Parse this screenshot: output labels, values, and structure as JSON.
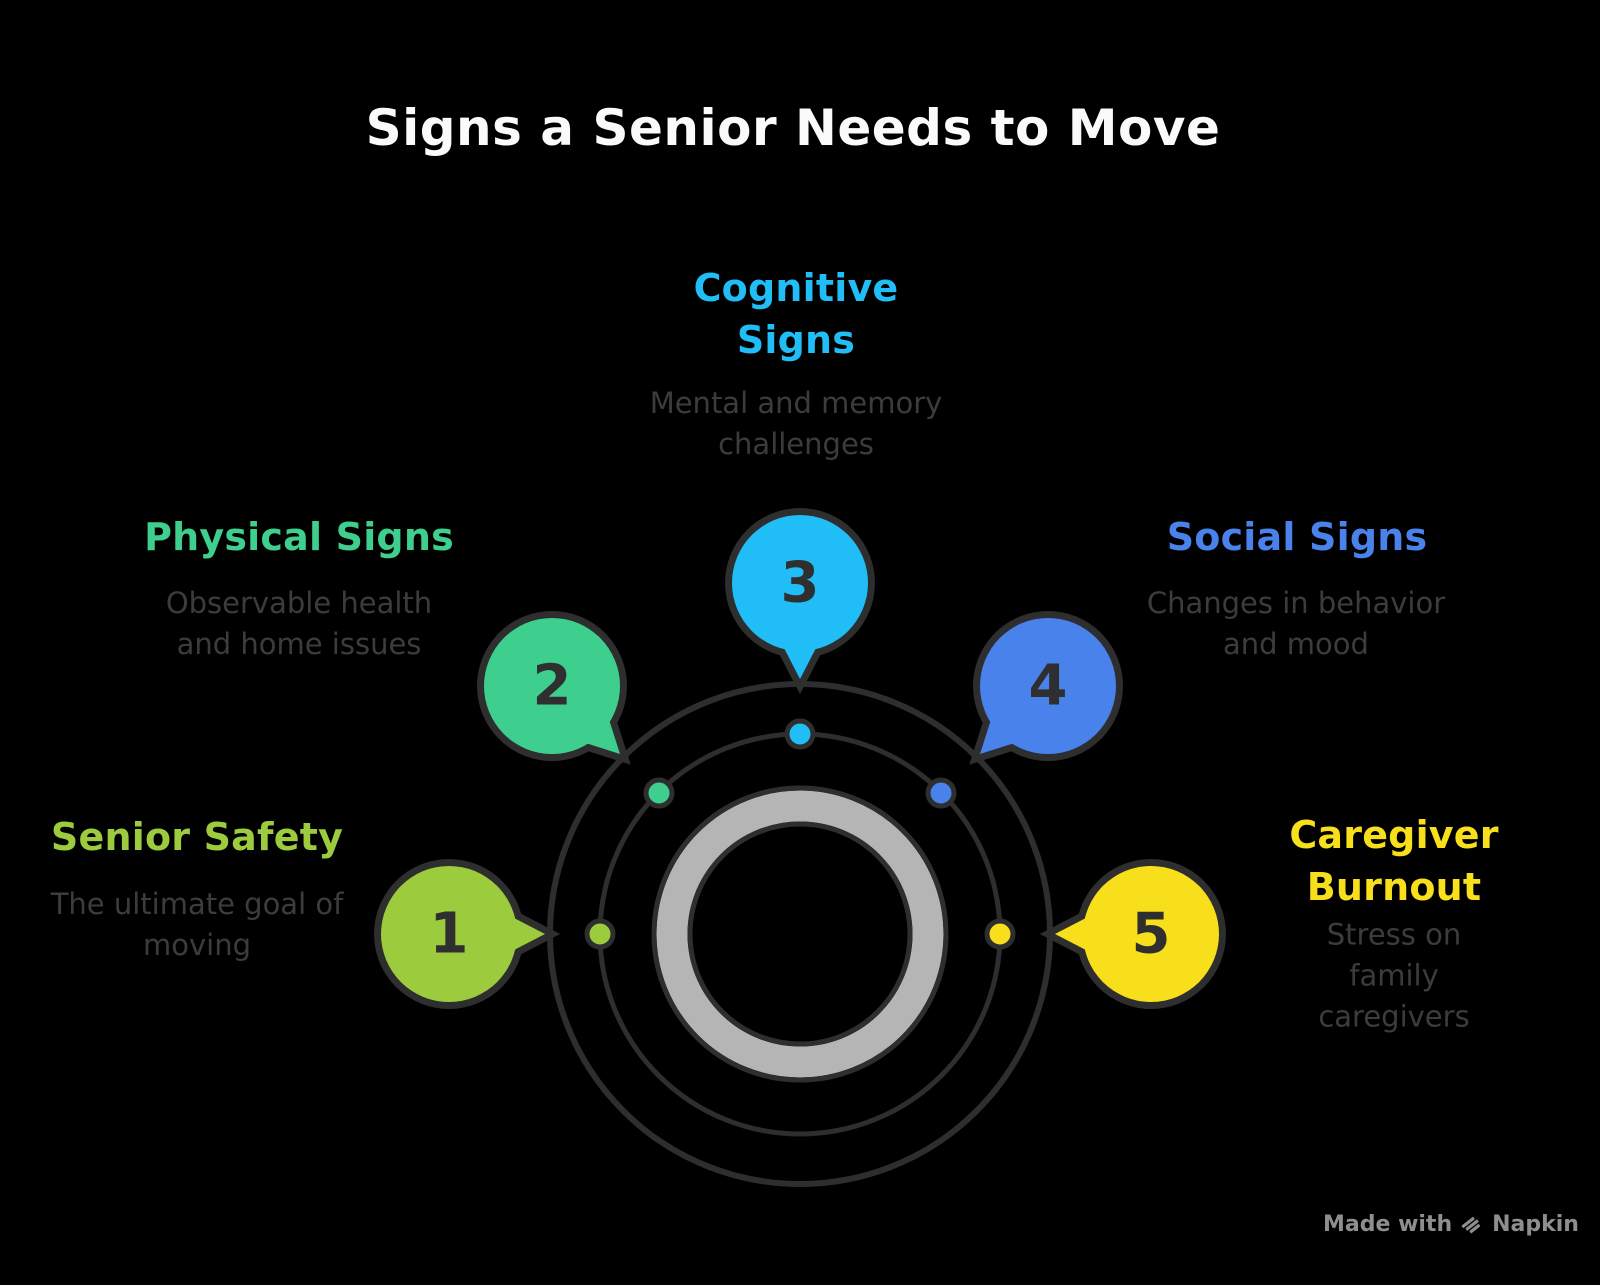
{
  "title": "Signs a Senior Needs to Move",
  "colors": {
    "background": "#000000",
    "outline": "#2e2e2e",
    "ring_gray": "#b5b5b5",
    "title": "#fafafa",
    "subtitle": "#3c3c3c",
    "number": "#2f2f2f",
    "watermark": "#8e8e8e"
  },
  "sections": [
    {
      "number": "1",
      "label": "Senior Safety",
      "description": "The ultimate goal of\nmoving",
      "color": "#9dcb3e"
    },
    {
      "number": "2",
      "label": "Physical Signs",
      "description": "Observable health\nand home issues",
      "color": "#3ecf8e"
    },
    {
      "number": "3",
      "label": "Cognitive\nSigns",
      "description": "Mental and memory\nchallenges",
      "color": "#21bdf7"
    },
    {
      "number": "4",
      "label": "Social Signs",
      "description": "Changes in behavior\nand mood",
      "color": "#4a82ec"
    },
    {
      "number": "5",
      "label": "Caregiver\nBurnout",
      "description": "Stress on family\ncaregivers",
      "color": "#f7df1c"
    }
  ],
  "watermark": {
    "prefix": "Made with",
    "brand": "Napkin"
  }
}
